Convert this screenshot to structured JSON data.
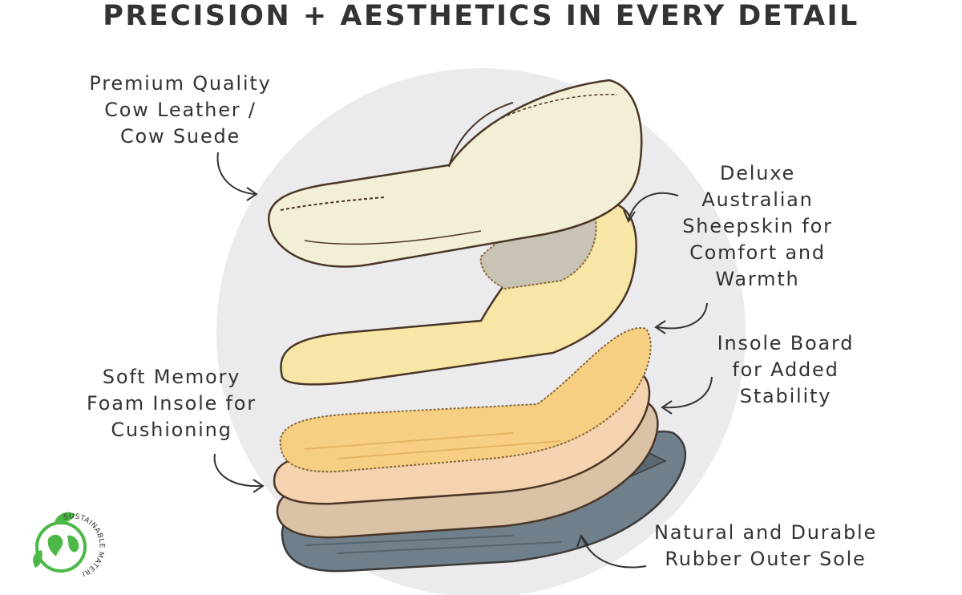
{
  "title": "PRECISION + AESTHETICS IN EVERY DETAIL",
  "labels": {
    "leather": [
      "Premium Quality",
      "Cow Leather /",
      "Cow Suede"
    ],
    "sheepskin": [
      "Deluxe",
      "Australian",
      "Sheepskin for",
      "Comfort and",
      "Warmth"
    ],
    "insole_board": [
      "Insole Board",
      "for Added",
      "Stability"
    ],
    "memory_foam": [
      "Soft Memory",
      "Foam Insole for",
      "Cushioning"
    ],
    "outer_sole": [
      "Natural and Durable",
      "Rubber Outer Sole"
    ]
  },
  "badge": {
    "text": "SUSTAINABLE MATERIALS",
    "icon": "globe-leaf-icon",
    "color": "#4cb848"
  },
  "colors": {
    "backdrop_circle": "#ebebee",
    "leather": "#f3efd6",
    "sheepskin": "#f7e6a6",
    "memory_foam": "#f6cf83",
    "insole": "#f5d3b0",
    "midsole": "#d9c2a6",
    "rubber": "#6f7f8c",
    "outline": "#5a3e2b"
  }
}
